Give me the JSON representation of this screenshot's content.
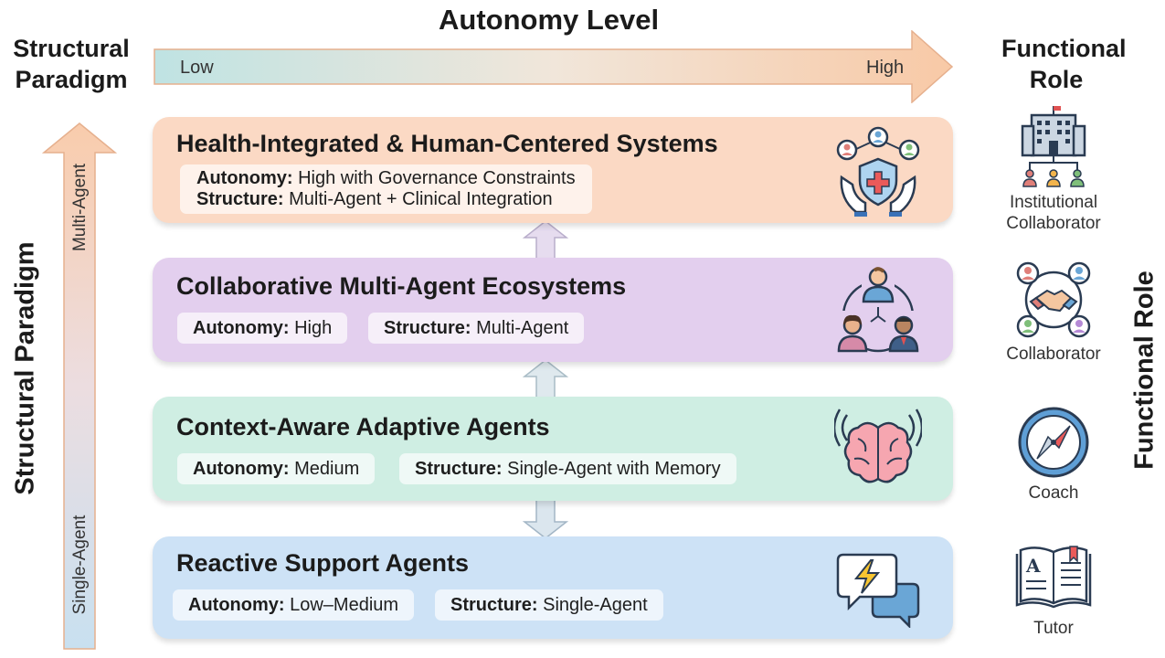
{
  "header": {
    "autonomy_title": "Autonomy Level",
    "low": "Low",
    "high": "High",
    "structural_title": "Structural Paradigm",
    "functional_title": "Functional Role",
    "multi_agent": "Multi-Agent",
    "single_agent": "Single-Agent"
  },
  "colors": {
    "card1": "#fbd9c4",
    "card2": "#e3cfee",
    "card3": "#cfeee3",
    "card4": "#cde2f6"
  },
  "cards": [
    {
      "title": "Health-Integrated & Human-Centered Systems",
      "autonomy_label": "Autonomy:",
      "autonomy_value": "High with Governance Constraints",
      "structure_label": "Structure:",
      "structure_value": "Multi-Agent + Clinical Integration",
      "icon": "shield-health-hands-icon"
    },
    {
      "title": "Collaborative Multi-Agent Ecosystems",
      "autonomy_label": "Autonomy:",
      "autonomy_value": "High",
      "structure_label": "Structure:",
      "structure_value": "Multi-Agent",
      "icon": "people-network-icon"
    },
    {
      "title": "Context-Aware Adaptive Agents",
      "autonomy_label": "Autonomy:",
      "autonomy_value": "Medium",
      "structure_label": "Structure:",
      "structure_value": "Single-Agent with Memory",
      "icon": "brain-signal-icon"
    },
    {
      "title": "Reactive Support Agents",
      "autonomy_label": "Autonomy:",
      "autonomy_value": "Low–Medium",
      "structure_label": "Structure:",
      "structure_value": "Single-Agent",
      "icon": "chat-lightning-icon"
    }
  ],
  "roles": [
    {
      "label_line1": "Institutional",
      "label_line2": "Collaborator",
      "icon": "institution-icon"
    },
    {
      "label": "Collaborator",
      "icon": "handshake-icon"
    },
    {
      "label": "Coach",
      "icon": "compass-icon"
    },
    {
      "label": "Tutor",
      "icon": "book-icon"
    }
  ]
}
